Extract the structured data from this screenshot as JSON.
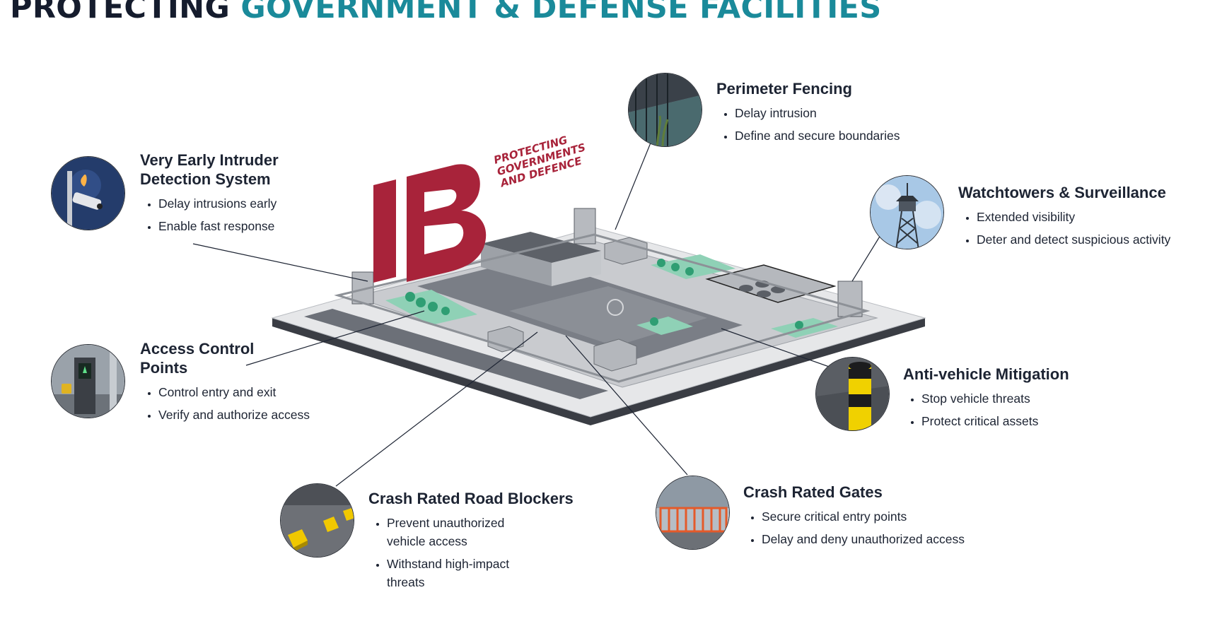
{
  "title": {
    "part1": "PROTECTING",
    "part2": "GOVERNMENT & DEFENSE FACILITIES",
    "accent_color": "#1a8a9a"
  },
  "logo": {
    "letters": "IB",
    "tagline_line1": "PROTECTING",
    "tagline_line2": "GOVERNMENTS",
    "tagline_line3": "AND DEFENCE",
    "color": "#a8233a"
  },
  "features": [
    {
      "id": "veids",
      "title_line1": "Very Early Intruder",
      "title_line2": "Detection System",
      "bullets": [
        "Delay intrusions early",
        "Enable fast response"
      ],
      "icon": "security-camera-icon"
    },
    {
      "id": "access",
      "title_line1": "Access Control",
      "title_line2": "Points",
      "bullets": [
        "Control entry and exit",
        "Verify and authorize access"
      ],
      "icon": "access-terminal-icon"
    },
    {
      "id": "perimeter",
      "title_line1": "Perimeter Fencing",
      "title_line2": "",
      "bullets": [
        "Delay intrusion",
        "Define and secure boundaries"
      ],
      "icon": "fence-icon"
    },
    {
      "id": "watchtower",
      "title_line1": "Watchtowers & Surveillance",
      "title_line2": "",
      "bullets": [
        "Extended visibility",
        "Deter and detect suspicious activity"
      ],
      "icon": "watchtower-icon"
    },
    {
      "id": "antivehicle",
      "title_line1": "Anti-vehicle Mitigation",
      "title_line2": "",
      "bullets": [
        "Stop vehicle threats",
        "Protect critical assets"
      ],
      "icon": "bollard-icon"
    },
    {
      "id": "roadblockers",
      "title_line1": "Crash Rated Road Blockers",
      "title_line2": "",
      "bullets": [
        "Prevent unauthorized vehicle access",
        "Withstand high-impact threats"
      ],
      "icon": "road-blocker-icon"
    },
    {
      "id": "gates",
      "title_line1": "Crash Rated Gates",
      "title_line2": "",
      "bullets": [
        "Secure critical entry points",
        "Delay and deny unauthorized access"
      ],
      "icon": "gate-icon"
    }
  ]
}
